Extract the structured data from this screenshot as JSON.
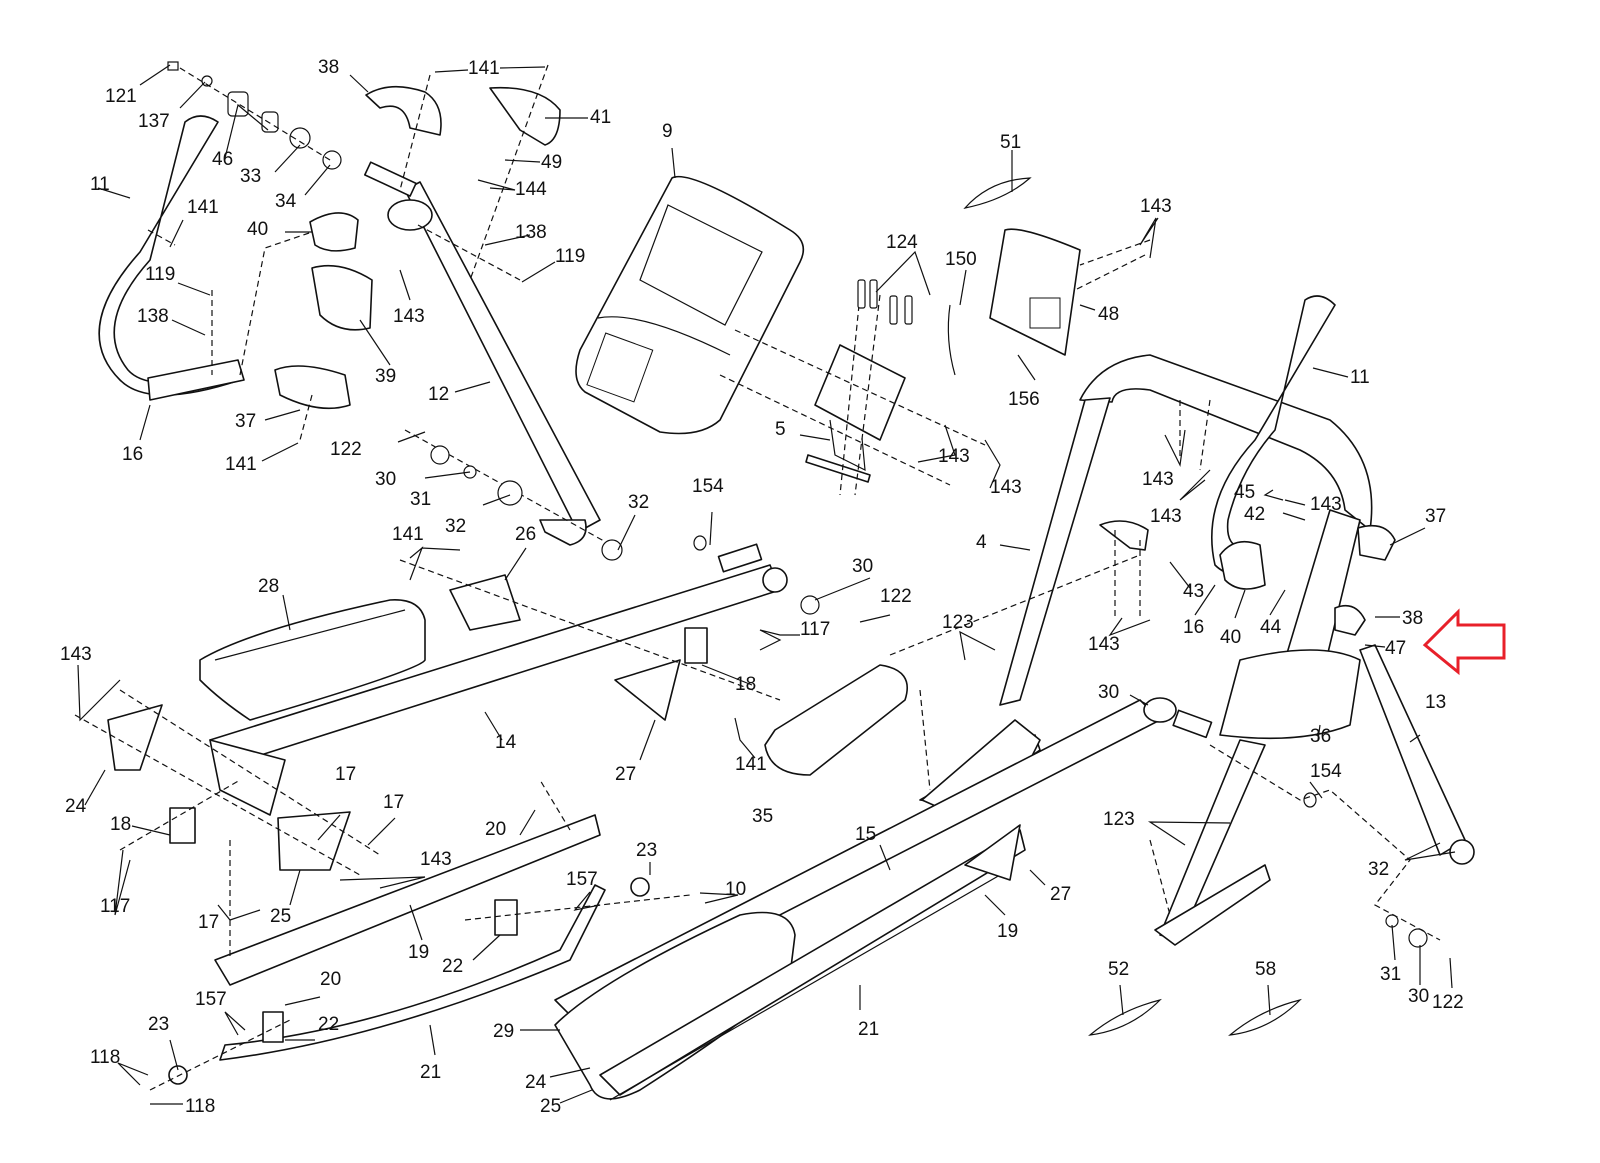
{
  "diagram": {
    "title": "Elliptical exploded parts diagram",
    "highlight_color": "#e8202a",
    "highlighted_part": "47",
    "labels": {
      "l121": "121",
      "l137": "137",
      "l46": "46",
      "l33": "33",
      "l34": "34",
      "l38a": "38",
      "l141a": "141",
      "l41": "41",
      "l49": "49",
      "l144": "144",
      "l11a": "11",
      "l141b": "141",
      "l40a": "40",
      "l119a": "119",
      "l138a": "138",
      "l143a": "143",
      "l138b": "138",
      "l119b": "119",
      "l39": "39",
      "l37a": "37",
      "l16a": "16",
      "l141c": "141",
      "l12": "12",
      "l9": "9",
      "l51": "51",
      "l143b": "143",
      "l124": "124",
      "l150": "150",
      "l48": "48",
      "l156": "156",
      "l5": "5",
      "l143c": "143",
      "l143d": "143",
      "l11b": "11",
      "l122a": "122",
      "l30a": "30",
      "l31a": "31",
      "l32a": "32",
      "l32b": "32",
      "l154a": "154",
      "l141d": "141",
      "l26": "26",
      "l28": "28",
      "l30b": "30",
      "l122b": "122",
      "l117a": "117",
      "l18a": "18",
      "l14": "14",
      "l27a": "27",
      "l141e": "141",
      "l143e": "143",
      "l24a": "24",
      "l18b": "18",
      "l17a": "17",
      "l17b": "17",
      "l143f": "143",
      "l117b": "117",
      "l25a": "25",
      "l17c": "17",
      "l20a": "20",
      "l23a": "23",
      "l157a": "157",
      "l10": "10",
      "l19a": "19",
      "l22a": "22",
      "l20b": "20",
      "l157b": "157",
      "l22b": "22",
      "l23b": "23",
      "l118a": "118",
      "l118b": "118",
      "l21a": "21",
      "l29": "29",
      "l24b": "24",
      "l25b": "25",
      "l4": "4",
      "l143g": "143",
      "l143h": "143",
      "l45": "45",
      "l143i": "143",
      "l42": "42",
      "l37b": "37",
      "l43": "43",
      "l16b": "16",
      "l40b": "40",
      "l44": "44",
      "l143j": "143",
      "l38b": "38",
      "l47": "47",
      "l123a": "123",
      "l35": "35",
      "l30c": "30",
      "l36": "36",
      "l13": "13",
      "l15": "15",
      "l154b": "154",
      "l27b": "27",
      "l123b": "123",
      "l19b": "19",
      "l32c": "32",
      "l21b": "21",
      "l52": "52",
      "l58": "58",
      "l31b": "31",
      "l30d": "30",
      "l122c": "122"
    }
  }
}
